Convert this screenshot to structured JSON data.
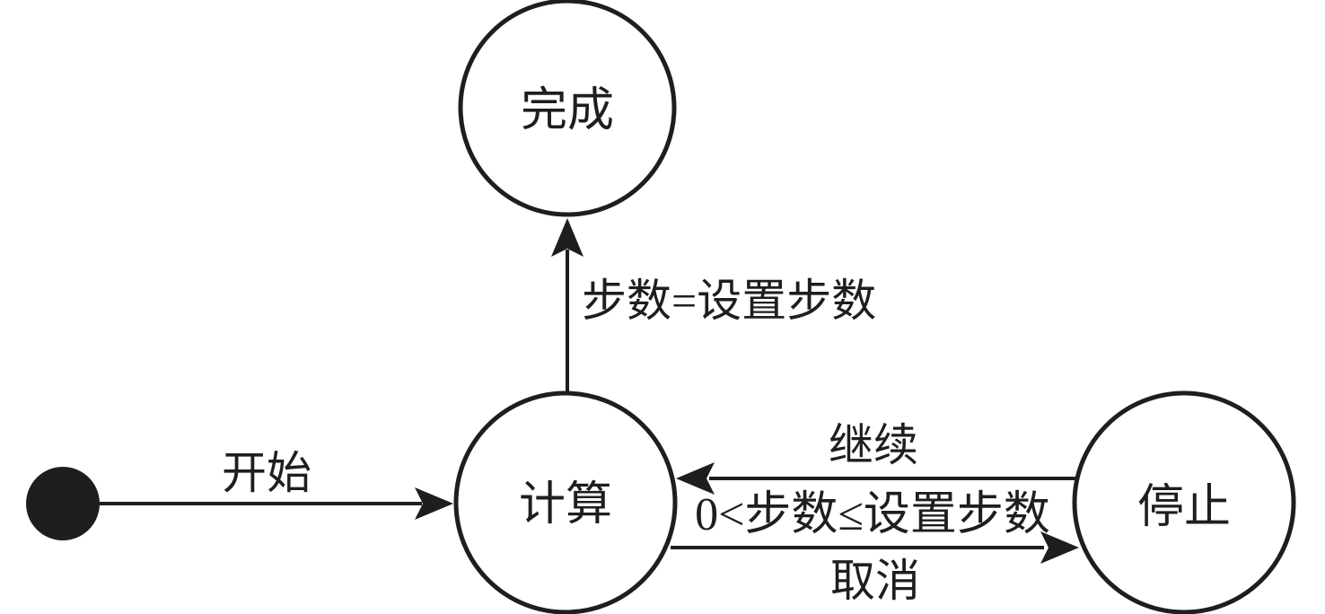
{
  "diagram": {
    "type": "state-machine",
    "background_color": "#ffffff",
    "stroke_color": "#1f1d1e",
    "states": {
      "initial": {
        "kind": "initial-pseudostate",
        "shape": "filled-circle"
      },
      "compute": {
        "label": "计算"
      },
      "finish": {
        "label": "完成"
      },
      "stop": {
        "label": "停止"
      }
    },
    "transitions": {
      "start": {
        "from": "initial",
        "to": "compute",
        "label": "开始"
      },
      "finish_condition": {
        "from": "compute",
        "to": "finish",
        "label": "步数=设置步数"
      },
      "continue": {
        "from": "stop",
        "to": "compute",
        "label": "继续"
      },
      "range_guard": {
        "between": "compute-stop",
        "label": "0<步数≤设置步数"
      },
      "cancel": {
        "from": "compute",
        "to": "stop",
        "label": "取消"
      }
    }
  }
}
